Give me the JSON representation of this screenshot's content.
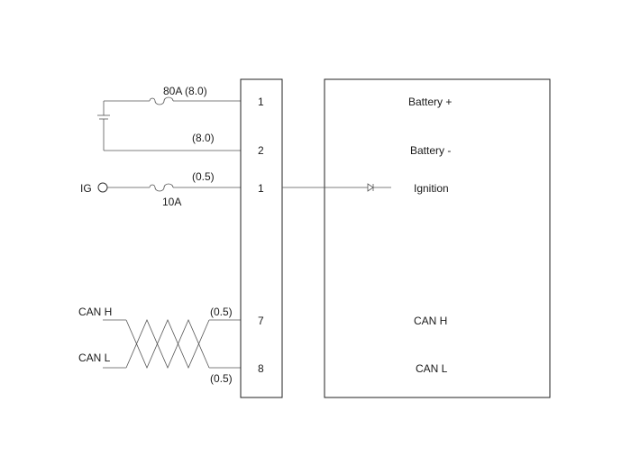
{
  "connector_pins": {
    "batt_plus_pin": "1",
    "batt_minus_pin": "2",
    "ig_pin": "1",
    "can_h_pin": "7",
    "can_l_pin": "8"
  },
  "wire_labels": {
    "fuse_80a": "80A (8.0)",
    "batt_minus_gauge": "(8.0)",
    "ig_gauge": "(0.5)",
    "fuse_10a": "10A",
    "can_h_gauge": "(0.5)",
    "can_l_gauge": "(0.5)"
  },
  "source_labels": {
    "ig": "IG",
    "can_h": "CAN H",
    "can_l": "CAN L"
  },
  "module_labels": {
    "battery_plus": "Battery +",
    "battery_minus": "Battery -",
    "ignition": "Ignition",
    "can_h": "CAN H",
    "can_l": "CAN L"
  }
}
